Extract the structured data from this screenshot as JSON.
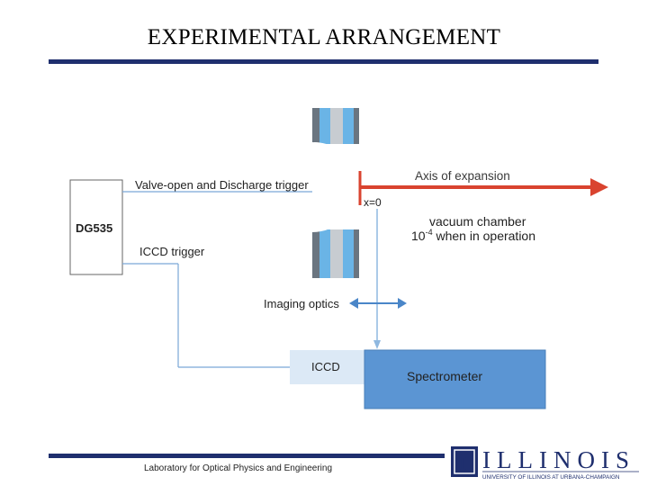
{
  "title": "EXPERIMENTAL ARRANGEMENT",
  "footer": "Laboratory for Optical Physics and Engineering",
  "diagram": {
    "dg535": "DG535",
    "valve_trigger": "Valve-open and Discharge trigger",
    "iccd_trigger": "ICCD trigger",
    "x0": "x=0",
    "axis": "Axis of expansion",
    "vacuum": "vacuum chamber",
    "pressure_base": "10",
    "pressure_exp": "-4",
    "pressure_rest": " when in operation",
    "imaging_optics": "Imaging optics",
    "iccd": "ICCD",
    "spectrometer": "Spectrometer"
  },
  "logo": {
    "mark": "I",
    "name": "ILLINOIS",
    "subtitle": "UNIVERSITY OF ILLINOIS AT URBANA-CHAMPAIGN"
  },
  "colors": {
    "navy": "#1f2f6e",
    "red_arrow": "#d9432f",
    "blue_arrow": "#4a86c8",
    "spectrometer_fill": "#5b95d3",
    "iccd_fill": "#dce9f6",
    "electrode": "#6a7580",
    "electrode_core": "#6ab4e6"
  }
}
